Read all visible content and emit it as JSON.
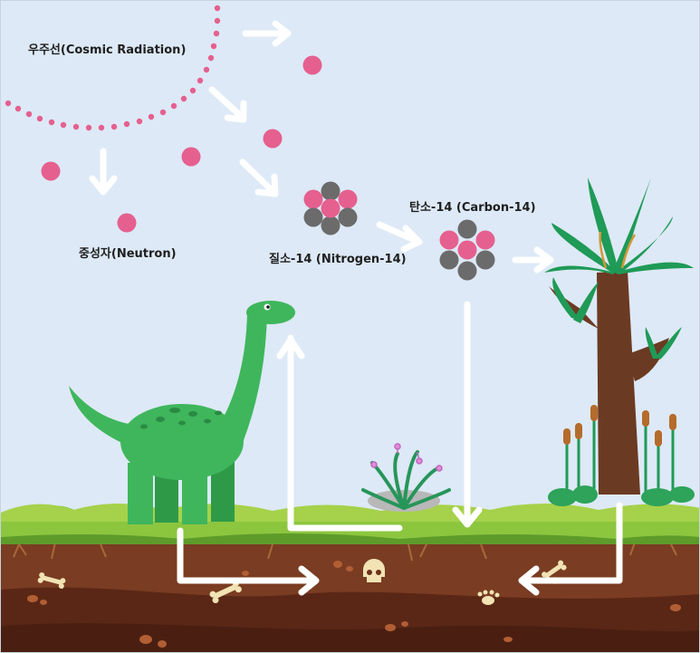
{
  "labels": {
    "cosmic_radiation": "우주선(Cosmic Radiation)",
    "neutron": "중성자(Neutron)",
    "nitrogen14": "질소-14 (Nitrogen-14)",
    "carbon14": "탄소-14 (Carbon-14)"
  },
  "colors": {
    "sky": "#dde9f6",
    "particle_pink": "#e5608f",
    "particle_gray": "#6b6b6b",
    "arrow": "#ffffff",
    "grass": "#8cc63f",
    "soil_top": "#7a3c22",
    "soil_bottom": "#5a2716",
    "dinosaur": "#3fb65c",
    "tree_trunk": "#6b3a22",
    "leaf": "#1f9a57"
  },
  "icons": [
    "cosmic-ray-arc",
    "neutron-particle",
    "nitrogen-atom",
    "carbon-atom",
    "dinosaur",
    "palm-tree",
    "fern",
    "skull",
    "bone",
    "footprint"
  ]
}
